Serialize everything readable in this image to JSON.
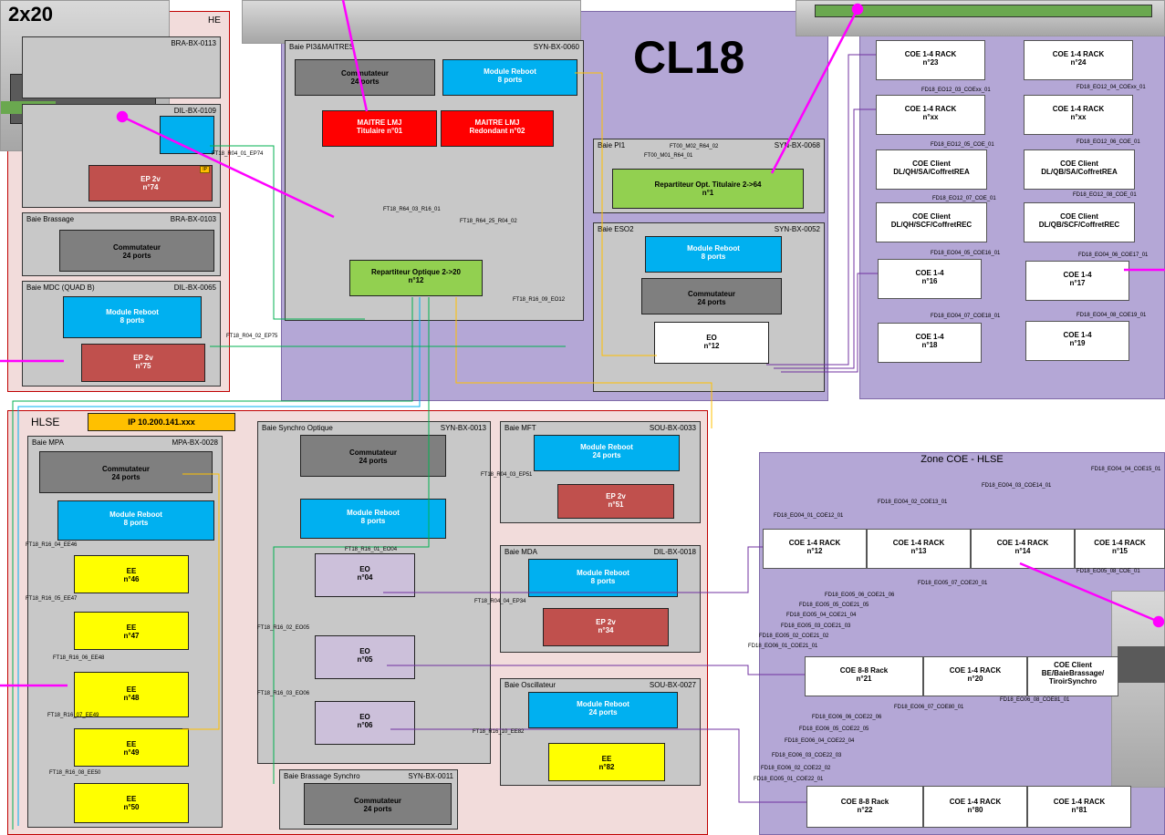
{
  "title": "CL18",
  "photo_label": "2x20",
  "zones": {
    "he": "HE",
    "hlse": "HLSE",
    "hlse_ip": "IP 10.200.141.xxx",
    "coe_hlse": "Zone COE - HLSE"
  },
  "baies": {
    "bra0113": "BRA-BX-0113",
    "dil0109": "DIL-BX-0109",
    "brassage": {
      "name": "Baie Brassage",
      "code": "BRA-BX-0103"
    },
    "mdc": {
      "name": "Baie MDC (QUAD B)",
      "code": "DIL-BX-0065"
    },
    "pi3": {
      "name": "Baie PI3&MAITRES",
      "code": "SYN-BX-0060"
    },
    "pi1": {
      "name": "Baie PI1",
      "code": "SYN-BX-0068"
    },
    "eso2": {
      "name": "Baie ESO2",
      "code": "SYN-BX-0052"
    },
    "mpa": {
      "name": "Baie MPA",
      "code": "MPA-BX-0028"
    },
    "synchro": {
      "name": "Baie Synchro Optique",
      "code": "SYN-BX-0013"
    },
    "mft": {
      "name": "Baie MFT",
      "code": "SOU-BX-0033"
    },
    "mda": {
      "name": "Baie MDA",
      "code": "DIL-BX-0018"
    },
    "oscill": {
      "name": "Baie Oscillateur",
      "code": "SOU-BX-0027"
    },
    "brassync": {
      "name": "Baie Brassage Synchro",
      "code": "SYN-BX-0011"
    }
  },
  "devices": {
    "commut": "Commutateur",
    "ports24": "24 ports",
    "reboot": "Module Reboot",
    "ports8": "8 ports",
    "maitre": "MAITRE LMJ",
    "titulaire": "Titulaire n°01",
    "redondant": "Redondant n°02",
    "ep2v": "EP 2v",
    "ep74": "n°74",
    "ep75": "n°75",
    "ep51": "n°51",
    "ep34": "n°34",
    "repart1": "Repartiteur Opt. Titulaire 2->64",
    "repart1_n": "n°1",
    "repart12": "Repartiteur Optique 2->20",
    "repart12_n": "n°12",
    "eo": "EO",
    "eo12": "n°12",
    "eo04": "n°04",
    "eo05": "n°05",
    "eo06": "n°06",
    "ee": "EE",
    "ee46": "n°46",
    "ee47": "n°47",
    "ee48": "n°48",
    "ee49": "n°49",
    "ee50": "n°50",
    "ee82": "n°82"
  },
  "coe": {
    "rack": "COE 1-4 RACK",
    "c14": "COE 1-4",
    "rack88": "COE 8-8 Rack",
    "client": "COE Client",
    "n23": "n°23",
    "n24": "n°24",
    "nxx": "n°xx",
    "qh_rea": "DL/QH/SA/CoffretREA",
    "qb_rea": "DL/QB/SA/CoffretREA",
    "qh_rec": "DL/QH/SCF/CoffretREC",
    "qb_rec": "DL/QB/SCF/CoffretREC",
    "n16": "n°16",
    "n17": "n°17",
    "n18": "n°18",
    "n19": "n°19",
    "n12": "n°12",
    "n13": "n°13",
    "n14": "n°14",
    "n15": "n°15",
    "n21": "n°21",
    "n20": "n°20",
    "be": "BE/BaieBrassage/",
    "tiroir": "TiroirSynchro",
    "n22": "n°22",
    "n80": "n°80",
    "n81": "n°81"
  },
  "links": {
    "r04_01": "FT18_R04_01_EP74",
    "r04_02": "FT18_R04_02_EP75",
    "m02": "FT00_M02_R64_02",
    "m01": "FT00_M01_R64_01",
    "r64_03": "FT18_R64_03_R16_01",
    "r64_25": "FT18_R64_25_R04_02",
    "r16_09": "FT18_R16_09_EO12",
    "r04_03": "FT18_R04_03_EP51",
    "r04_04": "FT18_R04_04_EP34",
    "r16_10": "FT18_R16_10_EE82",
    "r16_01": "FT18_R16_01_EO04",
    "r16_02": "FT18_R16_02_EO05",
    "r16_03": "FT18_R16_03_EO06",
    "r16_04": "FT18_R16_04_EE46",
    "r16_05": "FT18_R16_05_EE47",
    "r16_06": "FT18_R16_06_EE48",
    "r16_07": "FT18_R16_07_EE49",
    "r16_08": "FT18_R16_08_EE50",
    "eo12_03": "FD18_EO12_03_COExx_01",
    "eo12_04": "FD18_EO12_04_COExx_01",
    "eo12_05": "FD18_EO12_05_COE_01",
    "eo12_06": "FD18_EO12_06_COE_01",
    "eo12_07": "FD18_EO12_07_COE_01",
    "eo12_08": "FD18_EO12_08_COE_01",
    "eo04_05": "FD18_EO04_05_COE16_01",
    "eo04_06": "FD18_EO04_06_COE17_01",
    "eo04_07": "FD18_EO04_07_COE18_01",
    "eo04_08": "FD18_EO04_08_COE19_01",
    "eo04_04": "FD18_EO04_04_COE15_01",
    "eo04_03": "FD18_EO04_03_COE14_01",
    "eo04_02": "FD18_EO04_02_COE13_01",
    "eo04_01": "FD18_EO04_01_COE12_01",
    "eo05_07": "FD18_EO05_07_COE20_01",
    "eo05_08": "FD18_EO05_08_COE_01",
    "eo05_06": "FD18_EO05_06_COE21_06",
    "eo05_05": "FD18_EO05_05_COE21_05",
    "eo05_04": "FD18_EO05_04_COE21_04",
    "eo05_03": "FD18_EO05_03_COE21_03",
    "eo05_02": "FD18_EO05_02_COE21_02",
    "eo06_01": "FD18_EO06_01_COE21_01",
    "eo06_08": "FD18_EO06_08_COE81_01",
    "eo06_07": "FD18_EO06_07_COE80_01",
    "eo06_06": "FD18_EO06_06_COE22_06",
    "eo06_05": "FD18_EO06_05_COE22_05",
    "eo06_04": "FD18_EO06_04_COE22_04",
    "eo06_03": "FD18_EO06_03_COE22_03",
    "eo06_02": "FD18_EO06_02_COE22_02",
    "eo05_01": "FD18_EO05_01_COE22_01"
  },
  "colors": {
    "magenta": "#ff00ff",
    "orange": "#ffc000",
    "green": "#00b050",
    "cyan": "#00b0f0",
    "purple": "#7030a0"
  }
}
